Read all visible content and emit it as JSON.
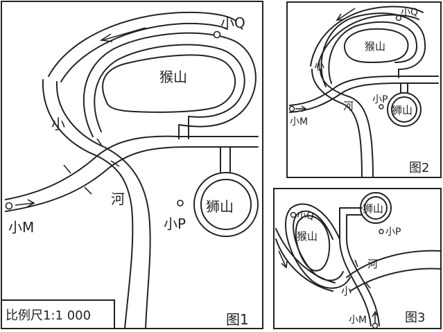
{
  "figure1": {
    "caption": "图1",
    "scale": "比例尺1:1 000",
    "monkey_hill": "猴山",
    "lion_hill": "狮山",
    "river_char1": "小",
    "river_char2": "河",
    "q": "小Q",
    "p": "小P",
    "m": "小M"
  },
  "figure2": {
    "caption": "图2",
    "monkey_hill": "猴山",
    "lion_hill": "狮山",
    "river_char1": "小",
    "river_char2": "河",
    "q": "小Q",
    "p": "小P",
    "m": "小M"
  },
  "figure3": {
    "caption": "图3",
    "monkey_hill": "猴山",
    "lion_hill": "狮山",
    "river_char1": "小",
    "river_char2": "河",
    "q": "小Q",
    "p": "小P",
    "m": "小M"
  }
}
